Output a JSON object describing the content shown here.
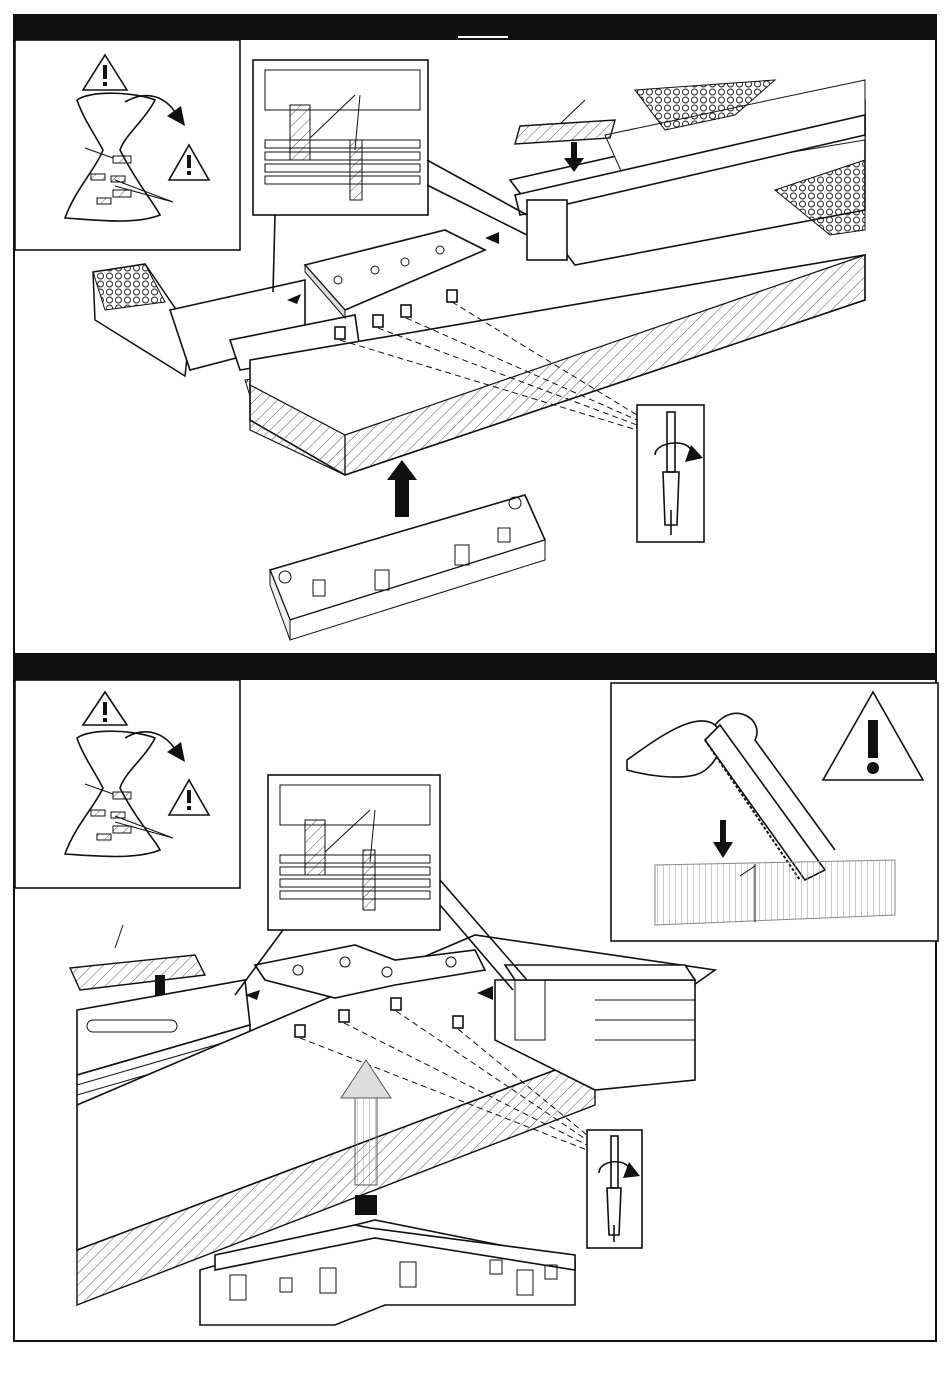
{
  "steps": [
    {
      "id": "step-1",
      "components": [
        "warning-bag",
        "profile-detail",
        "cover-plate",
        "screwdriver",
        "connector-straight"
      ]
    },
    {
      "id": "step-2",
      "components": [
        "warning-bag",
        "profile-detail",
        "cut-warning",
        "cover-plate-t",
        "screwdriver",
        "connector-t"
      ]
    }
  ],
  "icons": [
    "warning-icon",
    "bag-icon",
    "hand-saw-icon",
    "screwdriver-icon",
    "arrow-up-icon",
    "arrow-down-icon",
    "rotate-arrow-icon"
  ],
  "colors": {
    "ink": "#111111",
    "paper": "#ffffff",
    "hatch": "#666666",
    "gray_arrow": "#bbbbbb"
  }
}
